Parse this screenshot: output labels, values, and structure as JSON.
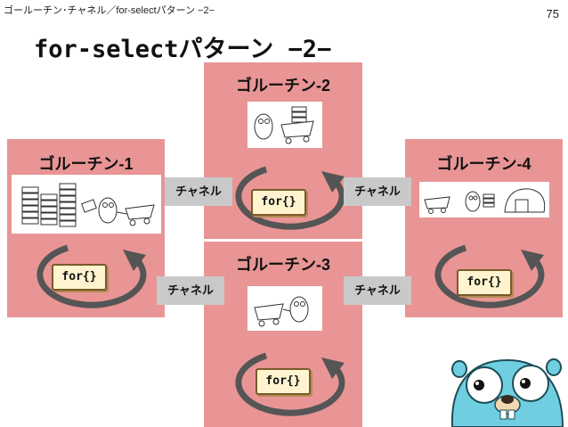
{
  "header": {
    "breadcrumb": "ゴールーチン･チャネル／for-selectパターン −2−",
    "page_number": "75"
  },
  "title": "for-selectパターン −2−",
  "goroutines": [
    {
      "name": "ゴルーチン-1",
      "code": "for{}"
    },
    {
      "name": "ゴルーチン-2",
      "code": "for{}"
    },
    {
      "name": "ゴルーチン-3",
      "code": "for{}"
    },
    {
      "name": "ゴルーチン-4",
      "code": "for{}"
    }
  ],
  "channels": [
    "チャネル",
    "チャネル",
    "チャネル",
    "チャネル"
  ],
  "colors": {
    "panel": "#e99595",
    "code_bg": "#fff4cf",
    "channel_bg": "#c9c9c9",
    "gopher": "#6fcfe0",
    "loop": "#555555"
  }
}
